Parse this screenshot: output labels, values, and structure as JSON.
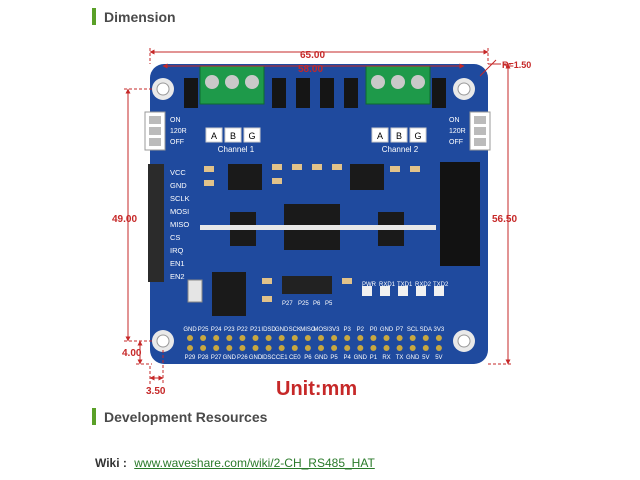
{
  "sections": {
    "dimension_title": "Dimension",
    "dev_title": "Development Resources"
  },
  "dimensions": {
    "width_total": "65.00",
    "width_holes": "58.00",
    "radius": "R=1.50",
    "height_left": "49.00",
    "height_right": "56.50",
    "offset_bottom": "4.00",
    "offset_left": "3.50",
    "unit": "Unit:mm"
  },
  "board": {
    "channel1": "Channel 1",
    "channel2": "Channel 2",
    "terminal_labels": [
      "A",
      "B",
      "G"
    ],
    "switch_labels": [
      "ON",
      "120R",
      "OFF"
    ],
    "left_pins": [
      "VCC",
      "GND",
      "SCLK",
      "MOSI",
      "MISO",
      "CS",
      "IRQ",
      "EN1",
      "EN2"
    ],
    "led_labels": [
      "PWR",
      "RXD1",
      "TXD1",
      "RXD2",
      "TXD2"
    ],
    "jumper_labels": [
      "P27",
      "P25",
      "P6",
      "P5"
    ],
    "top_row": [
      "GND",
      "P25",
      "P24",
      "P23",
      "P22",
      "P21",
      "IDSD",
      "GND",
      "SCK",
      "MISO",
      "MOSI",
      "3V3",
      "P3",
      "P2",
      "P0",
      "GND",
      "P7",
      "SCL",
      "SDA",
      "3V3"
    ],
    "bottom_row": [
      "P29",
      "P28",
      "P27",
      "GND",
      "P26",
      "GND",
      "IDSC",
      "CE1",
      "CE0",
      "P6",
      "GND",
      "P5",
      "P4",
      "GND",
      "P1",
      "RX",
      "TX",
      "GND",
      "5V",
      "5V"
    ]
  },
  "wiki": {
    "label": "Wiki :",
    "link": "www.waveshare.com/wiki/2-CH_RS485_HAT"
  },
  "colors": {
    "pcb": "#1f4a9e",
    "accent": "#5aa028",
    "dim_line": "#c62828",
    "terminal": "#1e9a4a"
  }
}
